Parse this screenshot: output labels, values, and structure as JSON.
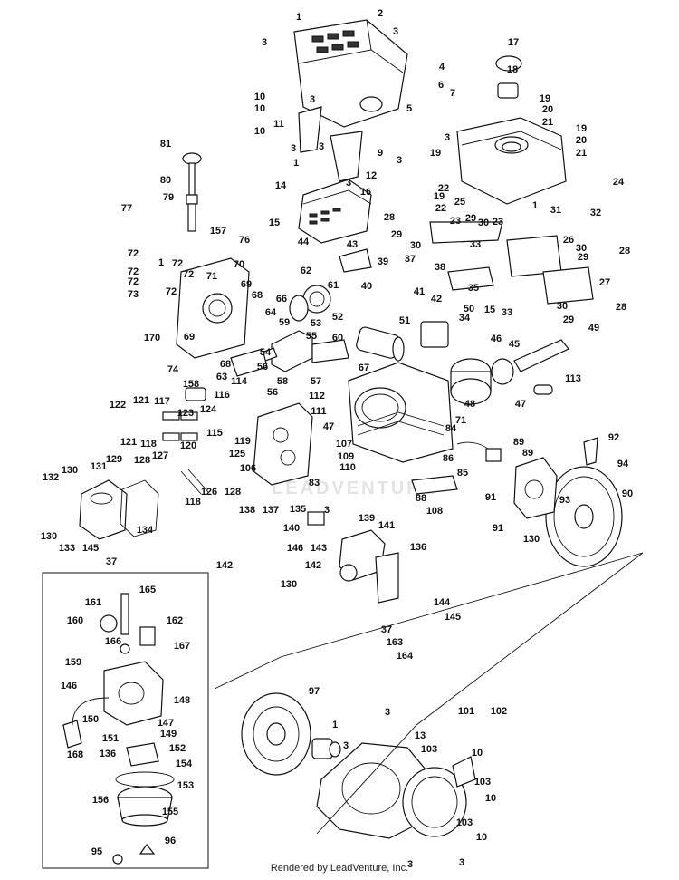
{
  "footer_text": "Rendered by LeadVenture, Inc.",
  "watermark_text": "LEADVENTURE",
  "inset_label": "142",
  "callouts": [
    "1",
    "2",
    "3",
    "3",
    "3",
    "4",
    "5",
    "6",
    "7",
    "10",
    "10",
    "10",
    "11",
    "3",
    "3",
    "1",
    "12",
    "9",
    "3",
    "14",
    "3",
    "16",
    "15",
    "44",
    "17",
    "18",
    "19",
    "20",
    "21",
    "19",
    "20",
    "21",
    "3",
    "24",
    "19",
    "22",
    "19",
    "22",
    "23",
    "25",
    "28",
    "29",
    "30",
    "23",
    "29",
    "30",
    "1",
    "31",
    "32",
    "26",
    "30",
    "29",
    "28",
    "27",
    "28",
    "30",
    "29",
    "81",
    "80",
    "79",
    "77",
    "157",
    "76",
    "72",
    "1",
    "72",
    "71",
    "72",
    "72",
    "72",
    "73",
    "72",
    "70",
    "69",
    "68",
    "66",
    "62",
    "61",
    "43",
    "39",
    "37",
    "38",
    "33",
    "35",
    "34",
    "15",
    "33",
    "40",
    "41",
    "42",
    "51",
    "50",
    "52",
    "53",
    "55",
    "60",
    "64",
    "59",
    "54",
    "67",
    "68",
    "69",
    "74",
    "170",
    "63",
    "56",
    "58",
    "57",
    "112",
    "111",
    "56",
    "47",
    "46",
    "45",
    "49",
    "48",
    "47",
    "113",
    "114",
    "158",
    "116",
    "124",
    "122",
    "121",
    "117",
    "123",
    "121",
    "118",
    "120",
    "115",
    "119",
    "125",
    "106",
    "107",
    "109",
    "110",
    "83",
    "71",
    "84",
    "86",
    "85",
    "88",
    "89",
    "89",
    "91",
    "93",
    "92",
    "94",
    "90",
    "91",
    "130",
    "132",
    "130",
    "131",
    "129",
    "128",
    "127",
    "126",
    "128",
    "118",
    "138",
    "137",
    "135",
    "108",
    "3",
    "141",
    "139",
    "140",
    "146",
    "143",
    "136",
    "142",
    "130",
    "130",
    "133",
    "134",
    "145",
    "37",
    "144",
    "145",
    "37",
    "163",
    "164",
    "165",
    "161",
    "160",
    "162",
    "166",
    "167",
    "159",
    "146",
    "148",
    "150",
    "147",
    "149",
    "151",
    "136",
    "152",
    "168",
    "154",
    "153",
    "156",
    "155",
    "95",
    "96",
    "97",
    "1",
    "3",
    "3",
    "101",
    "102",
    "13",
    "103",
    "10",
    "103",
    "10",
    "103",
    "10",
    "3",
    "3"
  ]
}
